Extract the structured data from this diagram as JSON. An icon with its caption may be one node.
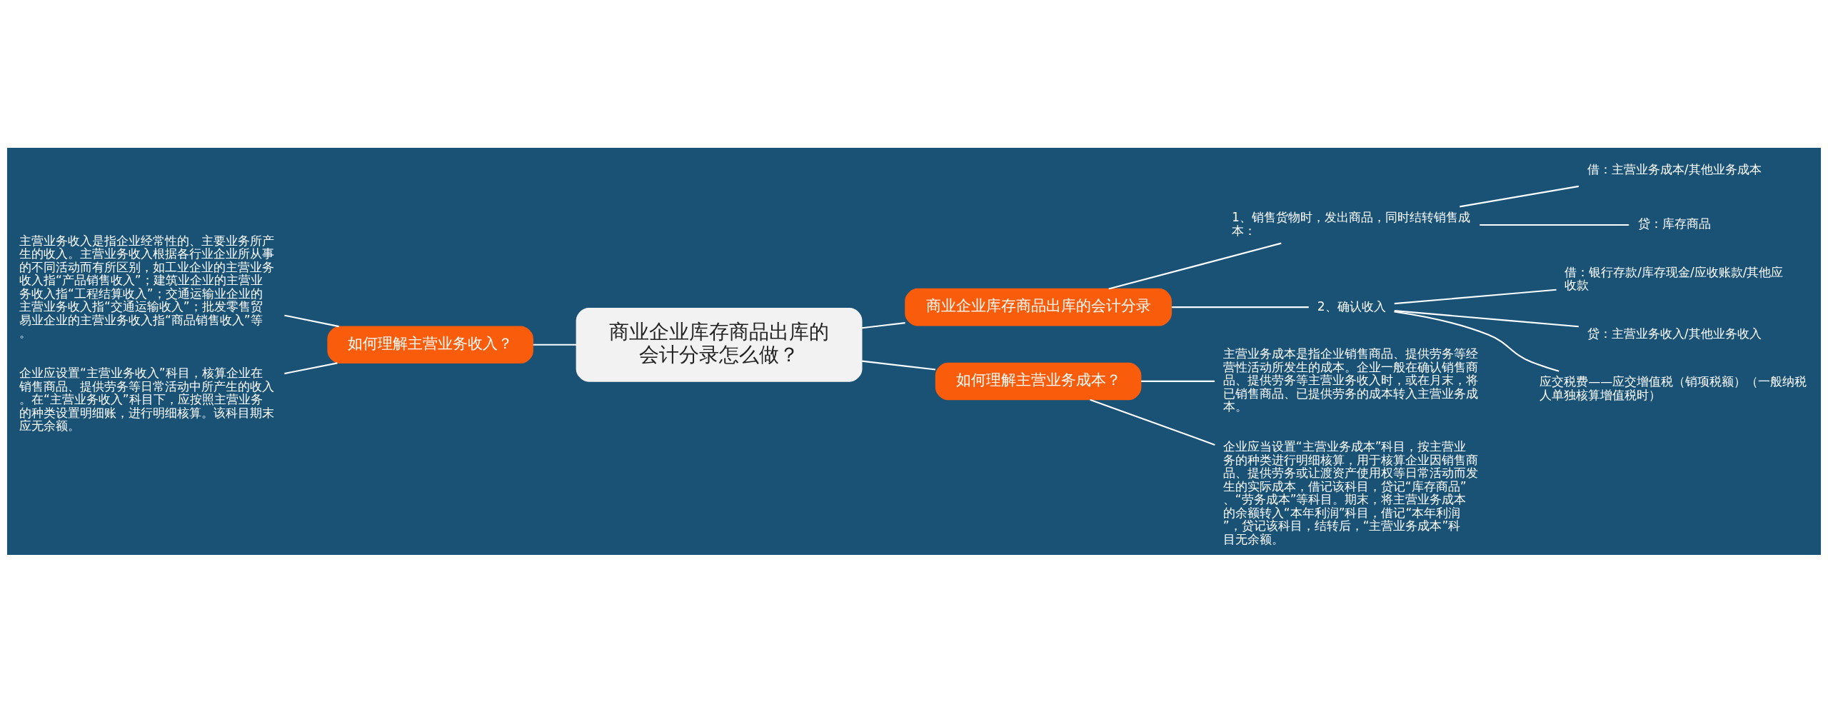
{
  "diagram": {
    "nodes": [
      {
        "text": [
          "商业企业库存商品出库的会计分录怎么做？"
        ]
      },
      {
        "text": [
          "如何理解主营业务收入？"
        ]
      },
      {
        "text": [
          "主营业务收入是指企业经常性的、主要业务所产生的收入。主营业务收入根据各行业企业所从事的不同活动而有所区别，如工业企业的主营业务收入指“产品销售收入”；建筑业企业的主营业务收入指“工程结算收入”；交通运输业企业的主营业务收入指“交通运输收入”；批发零售贸易业企业的主营业务收入指“商品销售收入”等。"
        ]
      },
      {
        "text": [
          "企业应设置“主营业务收入”科目，核算企业在销售商品、提供劳务等日常活动中所产生的收入。在“主营业务收入”科目下，应按照主营业务的种类设置明细账，进行明细核算。该科目期末应无余额。"
        ]
      },
      {
        "text": [
          "商业企业库存商品出库的会计分录"
        ]
      },
      {
        "text": [
          "1、销售货物时，发出商品，同时结转销售成本："
        ]
      },
      {
        "text": [
          "借：主营业务成本/其他业务成本"
        ]
      },
      {
        "text": [
          "贷：库存商品"
        ]
      },
      {
        "text": [
          "2、确认收入"
        ]
      },
      {
        "text": [
          "借：银行存款/库存现金/应收账款/其他应收款"
        ]
      },
      {
        "text": [
          "贷：主营业务收入/其他业务收入"
        ]
      },
      {
        "text": [
          "应交税费——应交增值税（销项税额）（一般纳税人单独核算增值税时）"
        ]
      },
      {
        "text": [
          "如何理解主营业务成本？"
        ]
      },
      {
        "text": [
          "主营业务成本是指企业销售商品、提供劳务等经营性活动所发生的成本。企业一般在确认销售商品、提供劳务等主营业务收入时，或在月末，将已销售商品、已提供劳务的成本转入主营业务成本。"
        ]
      },
      {
        "text": [
          "企业应当设置“主营业务成本”科目，按主营业务的种类进行明细核算，用于核算企业因销售商品、提供劳务或让渡资产使用权等日常活动而发生的实际成本，借记该科目，贷记“库存商品”、“劳务成本”等科目。期末，将主营业务成本的余额转入“本年利润”科目，借记“本年利润”，贷记该科目，结转后，“主营业务成本”科目无余额。"
        ]
      }
    ],
    "edges": [
      {
        "from": 0,
        "to": 1,
        "arrow": "none"
      },
      {
        "from": 1,
        "to": 2,
        "arrow": "none"
      },
      {
        "from": 1,
        "to": 3,
        "arrow": "none"
      },
      {
        "from": 0,
        "to": 4,
        "arrow": "none"
      },
      {
        "from": 4,
        "to": 5,
        "arrow": "none"
      },
      {
        "from": 5,
        "to": 6,
        "arrow": "none"
      },
      {
        "from": 5,
        "to": 7,
        "arrow": "none"
      },
      {
        "from": 4,
        "to": 8,
        "arrow": "none"
      },
      {
        "from": 8,
        "to": 9,
        "arrow": "none"
      },
      {
        "from": 8,
        "to": 10,
        "arrow": "none"
      },
      {
        "from": 8,
        "to": 11,
        "arrow": "none"
      },
      {
        "from": 0,
        "to": 12,
        "arrow": "none"
      },
      {
        "from": 12,
        "to": 13,
        "arrow": "none"
      },
      {
        "from": 12,
        "to": 14,
        "arrow": "none"
      }
    ]
  }
}
